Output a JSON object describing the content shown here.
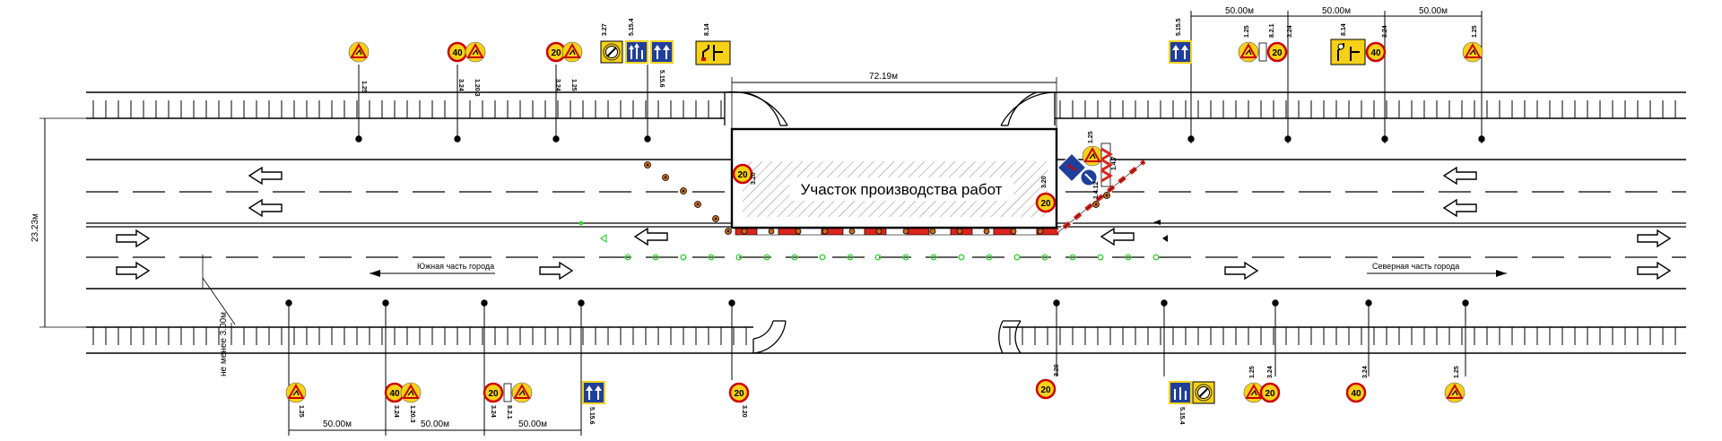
{
  "work_zone_label": "Участок производства работ",
  "south_label": "Южная часть города",
  "north_label": "Северная часть города",
  "dims": {
    "road_width": "23.23м",
    "work_length": "72.19м",
    "top_right_1": "50.00м",
    "top_right_2": "50.00м",
    "top_right_3": "50.00м",
    "bottom_left_1": "50.00м",
    "bottom_left_2": "50.00м",
    "bottom_left_3": "50.00м",
    "min_distance": "не менее 3.00м"
  },
  "sign_codes": {
    "tl_125": "1.25",
    "tl_40": "3.24",
    "tl_40b": "1.20.3",
    "tl_20": "3.24",
    "tl_20b": "1.25",
    "tl_327": "3.27",
    "tl_5154": "5.15.4",
    "tl_5156": "5.15.6",
    "tl_814": "8.14",
    "tr_5155": "5.15.5",
    "tr_125": "1.25",
    "tr_821": "8.2.1",
    "tr_324a": "3.24",
    "tr_814": "8.14",
    "tr_324b": "3.24",
    "tr_125b": "1.25",
    "bl_125": "1.25",
    "bl_324": "3.24",
    "bl_1203": "1.20.3",
    "bl_324b": "3.24",
    "bl_821": "8.2.1",
    "bl_5156": "5.15.6",
    "bm_320": "3.20",
    "br_320": "3.20",
    "br_5154": "5.15.4",
    "br_125": "1.25",
    "br_324": "3.24",
    "br_324b": "3.24",
    "br_125b": "1.25",
    "w_320a": "3.20",
    "w_320b": "3.20",
    "w_125": "1.25",
    "w_147": "1.4.7",
    "w_1412": "1.4.12"
  },
  "speed": {
    "forty": "40",
    "twenty": "20"
  },
  "colors": {
    "warning_yellow": "#f7d117",
    "sign_blue": "#1f3f9a",
    "barrier_red": "#d9251d",
    "cone_orange": "#c96a1b",
    "marker_green": "#3cd13c",
    "line": "#000000"
  }
}
